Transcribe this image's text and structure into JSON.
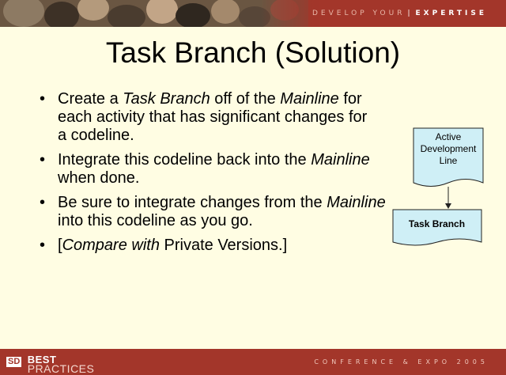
{
  "banner": {
    "tagline_part1": "DEVELOP YOUR",
    "tagline_part2": "EXPERTISE",
    "colors": {
      "banner_red": "#a3362a"
    }
  },
  "slide": {
    "title": "Task Branch (Solution)",
    "background": "#FFFDE3",
    "bullets": [
      {
        "segments": [
          {
            "text": "Create a ",
            "italic": false
          },
          {
            "text": "Task Branch",
            "italic": true
          },
          {
            "text": " off of the ",
            "italic": false
          },
          {
            "text": "Mainline",
            "italic": true
          },
          {
            "text": " for each activity that has significant changes for a codeline.",
            "italic": false
          }
        ]
      },
      {
        "segments": [
          {
            "text": "Integrate this codeline back into the ",
            "italic": false
          },
          {
            "text": "Mainline",
            "italic": true
          },
          {
            "text": " when done.",
            "italic": false
          }
        ]
      },
      {
        "segments": [
          {
            "text": "Be sure to integrate changes from the ",
            "italic": false
          },
          {
            "text": "Mainline",
            "italic": true
          },
          {
            "text": " into this codeline as you go.",
            "italic": false
          }
        ]
      },
      {
        "segments": [
          {
            "text": "[",
            "italic": false
          },
          {
            "text": "Compare with",
            "italic": true
          },
          {
            "text": " Private Versions.]",
            "italic": false
          }
        ]
      }
    ],
    "diagram": {
      "top_shape_label": "Active Development Line",
      "bottom_shape_label": "Task Branch",
      "shape_fill": "#cfeff6"
    }
  },
  "footer": {
    "logo_sd": "SD",
    "logo_best": "BEST",
    "logo_practices": "PRACTICES",
    "tagline": "CONFERENCE & EXPO 2005"
  }
}
